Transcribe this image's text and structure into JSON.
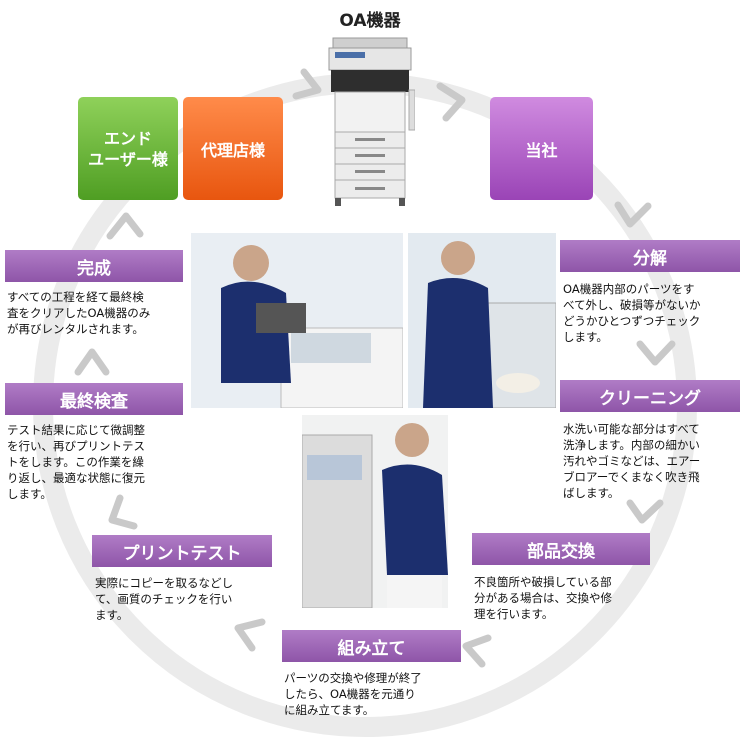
{
  "title": "OA機器",
  "actors": {
    "end_user": [
      "エンド",
      "ユーザー様"
    ],
    "agency": "代理店様",
    "company": "当社"
  },
  "steps": [
    {
      "key": "bunkai",
      "label": "分解",
      "desc": [
        "OA機器内部のパーツをす",
        "べて外し、破損等がないか",
        "どうかひとつずつチェック",
        "します。"
      ]
    },
    {
      "key": "cleaning",
      "label": "クリーニング",
      "desc": [
        "水洗い可能な部分はすべて",
        "洗浄します。内部の細かい",
        "汚れやゴミなどは、エアー",
        "ブロアーでくまなく吹き飛",
        "ばします。"
      ]
    },
    {
      "key": "parts",
      "label": "部品交換",
      "desc": [
        "不良箇所や破損している部",
        "分がある場合は、交換や修",
        "理を行います。"
      ]
    },
    {
      "key": "assembly",
      "label": "組み立て",
      "desc": [
        "パーツの交換や修理が終了",
        "したら、OA機器を元通り",
        "に組み立てます。"
      ]
    },
    {
      "key": "print_test",
      "label": "プリントテスト",
      "desc": [
        "実際にコピーを取るなどし",
        "て、画質のチェックを行い",
        "ます。"
      ]
    },
    {
      "key": "final",
      "label": "最終検査",
      "desc": [
        "テスト結果に応じて微調整",
        "を行い、再びプリントテス",
        "トをします。この作業を繰",
        "り返し、最適な状態に復元",
        "します。"
      ]
    },
    {
      "key": "complete",
      "label": "完成",
      "desc": [
        "すべての工程を経て最終検",
        "査をクリアしたOA機器のみ",
        "が再びレンタルされます。"
      ]
    }
  ],
  "colors": {
    "purple": "#9a4fb2",
    "green": "#5aab2c",
    "orange": "#f26a1f",
    "ring": "#e6e6e6",
    "arrow": "#c8c8c8"
  }
}
